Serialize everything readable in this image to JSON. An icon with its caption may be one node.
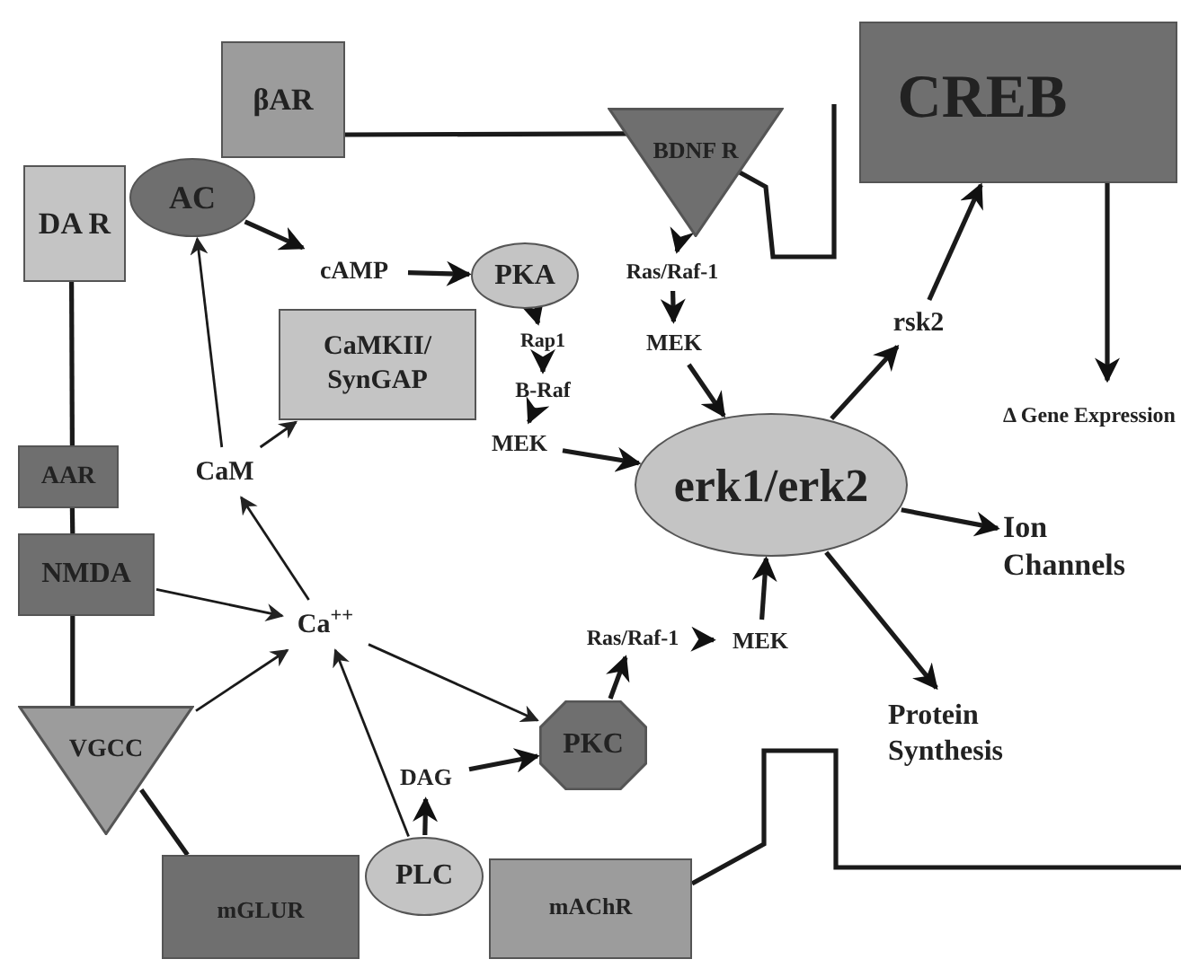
{
  "diagram": {
    "nodes": [
      {
        "text": [
          "βAR"
        ]
      },
      {
        "text": [
          "DA R"
        ]
      },
      {
        "text": [
          "AC"
        ]
      },
      {
        "text": [
          "cAMP"
        ]
      },
      {
        "text": [
          "PKA"
        ]
      },
      {
        "text": [
          "CaMKII/ SynGAP"
        ]
      },
      {
        "text": [
          "Rap1"
        ]
      },
      {
        "text": [
          "B-Raf"
        ]
      },
      {
        "text": [
          "MEK"
        ]
      },
      {
        "text": [
          "CaM"
        ]
      },
      {
        "text": [
          "AAR"
        ]
      },
      {
        "text": [
          "NMDA"
        ]
      },
      {
        "text": [
          "Ca$^{++}$"
        ]
      },
      {
        "text": [
          "VGCC"
        ]
      },
      {
        "text": [
          "DAG"
        ]
      },
      {
        "text": [
          "PKC"
        ]
      },
      {
        "text": [
          "Ras/Raf-1"
        ]
      },
      {
        "text": [
          "MEK"
        ]
      },
      {
        "text": [
          "PLC"
        ]
      },
      {
        "text": [
          "mGLUR"
        ]
      },
      {
        "text": [
          "mAChR"
        ]
      },
      {
        "text": [
          "BDNF R"
        ]
      },
      {
        "text": [
          "Ras/Raf-1"
        ]
      },
      {
        "text": [
          "MEK"
        ]
      },
      {
        "text": [
          "erk1/erk2"
        ]
      },
      {
        "text": [
          "CREB"
        ]
      },
      {
        "text": [
          "rsk2"
        ]
      },
      {
        "text": [
          "Δ Gene Expression"
        ]
      },
      {
        "text": [
          "Ion Channels"
        ]
      },
      {
        "text": [
          "Protein Synthesis"
        ]
      }
    ],
    "edges": [
      {
        "from": 2,
        "to": 3,
        "arrow": "to"
      },
      {
        "from": 3,
        "to": 4,
        "arrow": "to"
      },
      {
        "from": 4,
        "to": 6,
        "arrow": "to"
      },
      {
        "from": 6,
        "to": 7,
        "arrow": "to"
      },
      {
        "from": 7,
        "to": 8,
        "arrow": "to"
      },
      {
        "from": 8,
        "to": 24,
        "arrow": "to"
      },
      {
        "from": 9,
        "to": 2,
        "arrow": "to"
      },
      {
        "from": 9,
        "to": 5,
        "arrow": "to"
      },
      {
        "from": 12,
        "to": 9,
        "arrow": "to"
      },
      {
        "from": 11,
        "to": 12,
        "arrow": "to"
      },
      {
        "from": 13,
        "to": 12,
        "arrow": "to"
      },
      {
        "from": 18,
        "to": 12,
        "arrow": "to"
      },
      {
        "from": 12,
        "to": 15,
        "arrow": "to"
      },
      {
        "from": 18,
        "to": 14,
        "arrow": "to"
      },
      {
        "from": 14,
        "to": 15,
        "arrow": "to"
      },
      {
        "from": 15,
        "to": 16,
        "arrow": "to"
      },
      {
        "from": 16,
        "to": 17,
        "arrow": "to"
      },
      {
        "from": 17,
        "to": 24,
        "arrow": "to"
      },
      {
        "from": 21,
        "to": 22,
        "arrow": "to"
      },
      {
        "from": 22,
        "to": 23,
        "arrow": "to"
      },
      {
        "from": 23,
        "to": 24,
        "arrow": "to"
      },
      {
        "from": 24,
        "to": 26,
        "arrow": "to"
      },
      {
        "from": 26,
        "to": 25,
        "arrow": "to"
      },
      {
        "from": 25,
        "to": 27,
        "arrow": "to"
      },
      {
        "from": 24,
        "to": 28,
        "arrow": "to"
      },
      {
        "from": 24,
        "to": 29,
        "arrow": "to"
      },
      {
        "from": 1,
        "to": 10,
        "arrow": "none"
      },
      {
        "from": 10,
        "to": 11,
        "arrow": "none"
      },
      {
        "from": 11,
        "to": 13,
        "arrow": "none"
      },
      {
        "from": 13,
        "to": 19,
        "arrow": "none"
      },
      {
        "from": 0,
        "to": 21,
        "arrow": "none"
      },
      {
        "from": 21,
        "to": null,
        "arrow": "none"
      },
      {
        "from": 20,
        "to": null,
        "arrow": "none"
      }
    ]
  }
}
